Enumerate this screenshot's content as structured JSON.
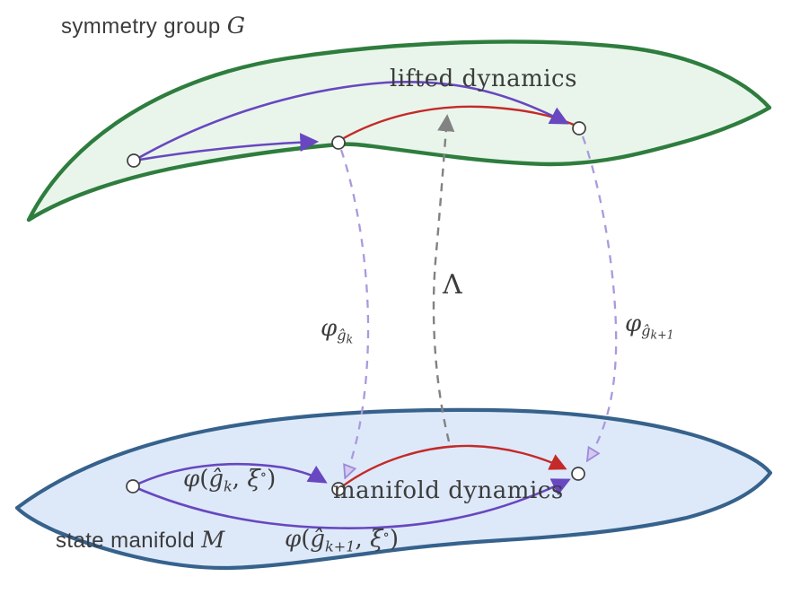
{
  "figure": {
    "background": "#ffffff",
    "group": {
      "title": "symmetry group 𝒢",
      "title_text": "symmetry group ",
      "title_symbol": "G",
      "dynamics_label": "lifted dynamics"
    },
    "manifold": {
      "title": "state manifold ℳ",
      "title_text": "state manifold ",
      "title_symbol": "M",
      "dynamics_label": "manifold dynamics"
    },
    "maps": {
      "lambda_label": "Λ",
      "phi_gk": {
        "phi": "φ",
        "ghat": "ĝ",
        "sub": "k"
      },
      "phi_gk1": {
        "phi": "φ",
        "ghat": "ĝ",
        "sub": "k+1"
      },
      "action_k": {
        "phi": "φ",
        "lparen": "(",
        "ghat": "ĝ",
        "sub": "k",
        "comma": ", ",
        "xi": "ξ",
        "ring": "∘",
        "rparen": ")"
      },
      "action_k1": {
        "phi": "φ",
        "lparen": "(",
        "ghat": "ĝ",
        "sub": "k+1",
        "comma": ", ",
        "xi": "ξ",
        "ring": "∘",
        "rparen": ")"
      }
    },
    "colors": {
      "group_stroke": "#2e7d3e",
      "group_fill": "#e9f5eb",
      "manifold_stroke": "#36628c",
      "manifold_fill": "#dde9f9",
      "purple": "#6847c0",
      "red": "#c42a2a",
      "lavender": "#ab99dd",
      "gray": "#828282",
      "text": "#3c3c3c"
    }
  }
}
